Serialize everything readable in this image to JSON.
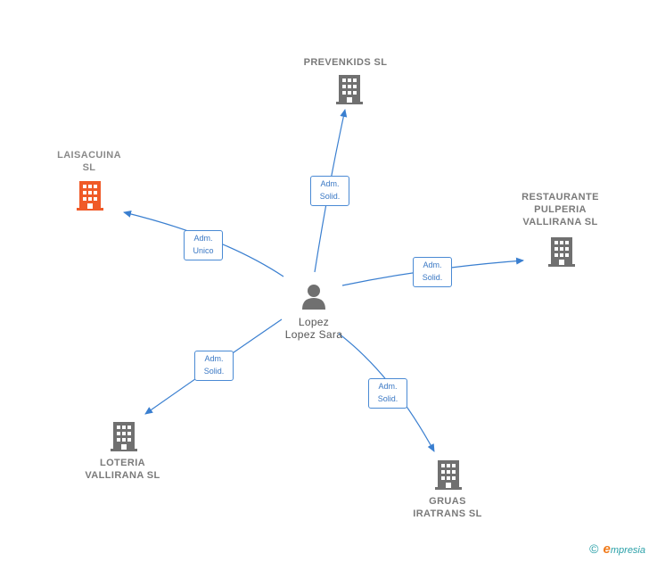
{
  "center": {
    "name": "Lopez\nLopez Sara",
    "icon": "person-icon",
    "color": "#777777"
  },
  "companies": [
    {
      "id": "prevenkids",
      "name": "PREVENKIDS SL",
      "color": "#7a7a7a",
      "icon": "building-icon",
      "relation": "Adm.\nSolid.",
      "direction": "out"
    },
    {
      "id": "laisacuina",
      "name": "LAISACUINA\nSL",
      "color": "#f05a28",
      "icon": "building-icon",
      "relation": "Adm.\nUnico",
      "direction": "out"
    },
    {
      "id": "restaurante",
      "name": "RESTAURANTE\nPULPERIA\nVALLIRANA SL",
      "color": "#7a7a7a",
      "icon": "building-icon",
      "relation": "Adm.\nSolid.",
      "direction": "out"
    },
    {
      "id": "loteria",
      "name": "LOTERIA\nVALLIRANA SL",
      "color": "#7a7a7a",
      "icon": "building-icon",
      "relation": "Adm.\nSolid.",
      "direction": "out"
    },
    {
      "id": "gruas",
      "name": "GRUAS\nIRATRANS SL",
      "color": "#7a7a7a",
      "icon": "building-icon",
      "relation": "Adm.\nSolid.",
      "direction": "out"
    }
  ],
  "edge_color": "#3a7fd0",
  "footer": {
    "copyright": "©",
    "brand_initial": "e",
    "brand_rest": "mpresia"
  }
}
